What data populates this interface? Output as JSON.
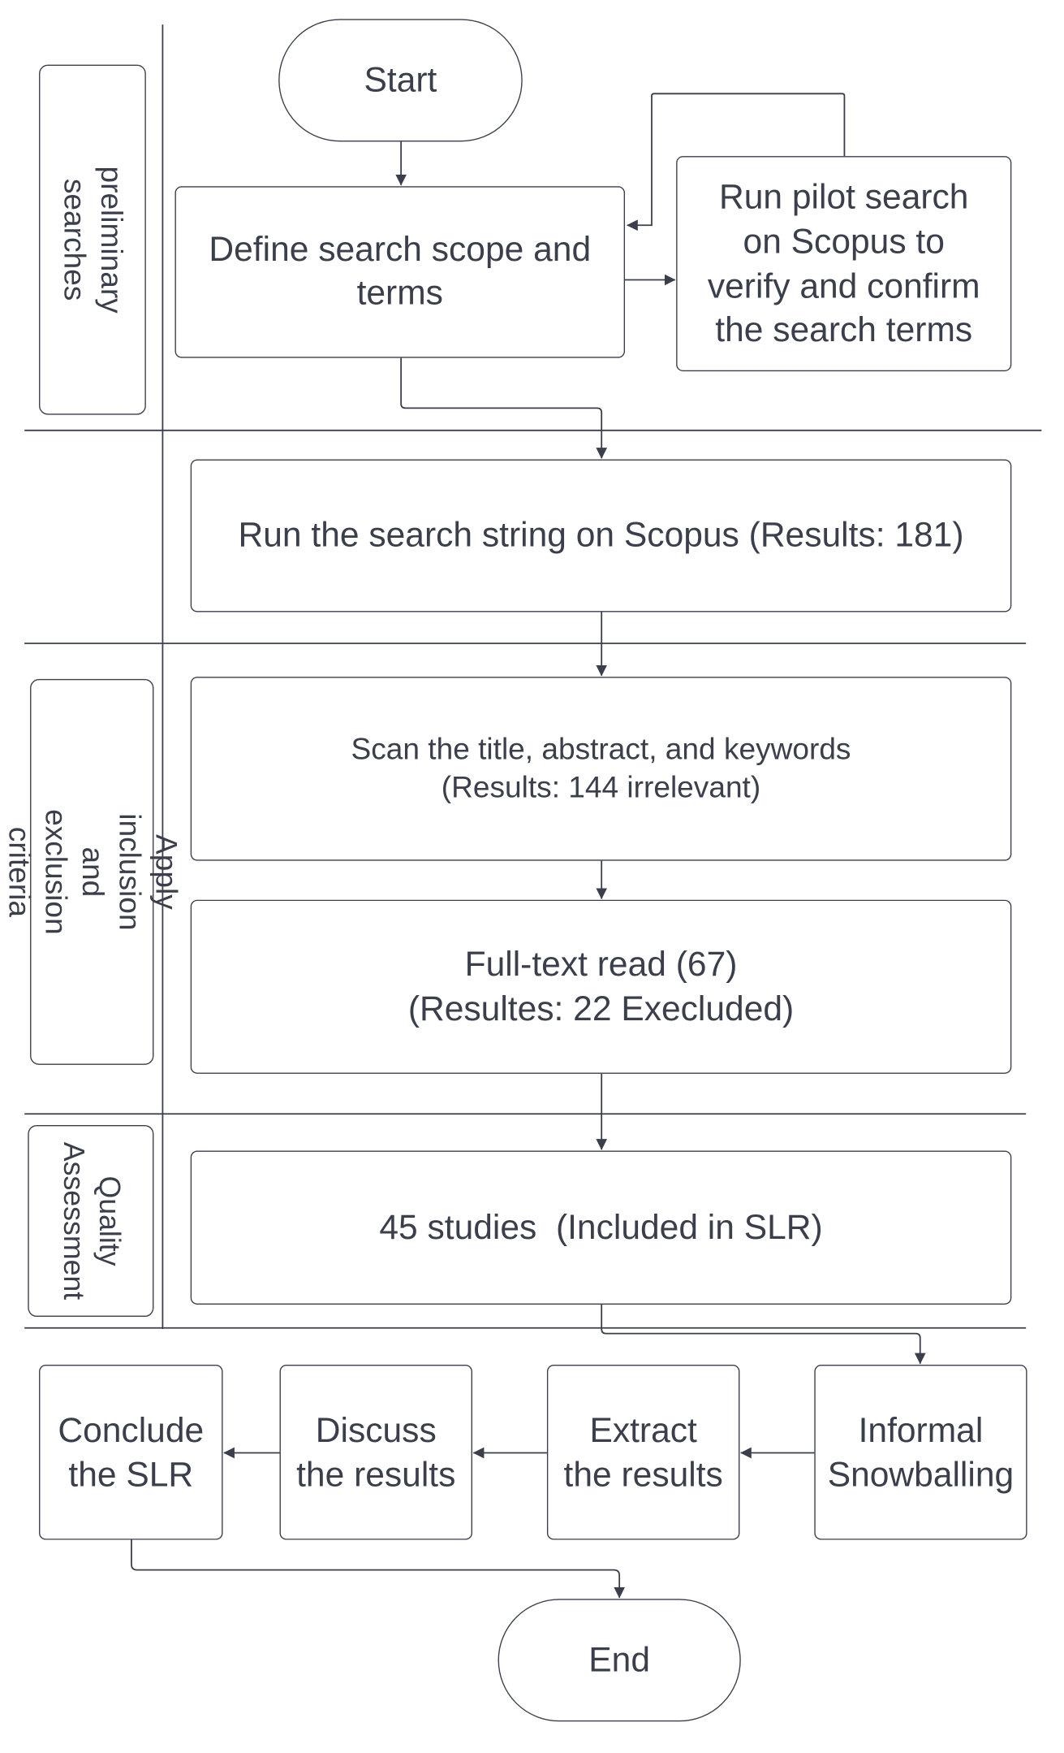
{
  "colors": {
    "stroke": "#3a3f4b",
    "text": "#3a3f4b",
    "background": "#ffffff"
  },
  "lanes": [
    {
      "label": "preliminary\nsearches"
    },
    {
      "label": ""
    },
    {
      "label": "Apply inclusion and\nexclusion criteria"
    },
    {
      "label": "Quality\nAssessment"
    },
    {
      "label": ""
    }
  ],
  "nodes": {
    "start": "Start",
    "define": "Define search scope and\nterms",
    "pilot": "Run pilot search\non Scopus to\nverify and confirm\nthe search terms",
    "run_search": "Run the search string on Scopus (Results: 181)",
    "scan": "Scan the title, abstract, and keywords\n(Results: 144 irrelevant)",
    "fulltext": "Full-text read (67)\n(Resultes: 22 Execluded)",
    "studies": "45 studies  (Included in SLR)",
    "snowballing": "Informal\nSnowballing",
    "extract": "Extract\nthe results",
    "discuss": "Discuss\nthe results",
    "conclude": "Conclude\nthe SLR",
    "end": "End"
  }
}
